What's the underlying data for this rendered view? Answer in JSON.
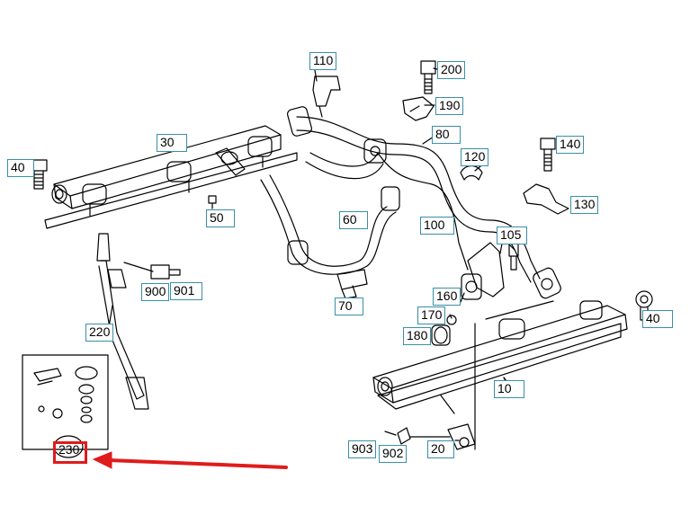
{
  "callouts": [
    {
      "id": "110",
      "text": "110"
    },
    {
      "id": "200",
      "text": "200"
    },
    {
      "id": "190",
      "text": "190"
    },
    {
      "id": "30",
      "text": "30"
    },
    {
      "id": "80",
      "text": "80"
    },
    {
      "id": "140",
      "text": "140"
    },
    {
      "id": "40a",
      "text": "40"
    },
    {
      "id": "120",
      "text": "120"
    },
    {
      "id": "130",
      "text": "130"
    },
    {
      "id": "50",
      "text": "50"
    },
    {
      "id": "60",
      "text": "60"
    },
    {
      "id": "100",
      "text": "100"
    },
    {
      "id": "105",
      "text": "105"
    },
    {
      "id": "900",
      "text": "900"
    },
    {
      "id": "901",
      "text": "901"
    },
    {
      "id": "70",
      "text": "70"
    },
    {
      "id": "160",
      "text": "160"
    },
    {
      "id": "40b",
      "text": "40"
    },
    {
      "id": "170",
      "text": "170"
    },
    {
      "id": "220",
      "text": "220"
    },
    {
      "id": "180",
      "text": "180"
    },
    {
      "id": "10",
      "text": "10"
    },
    {
      "id": "903",
      "text": "903"
    },
    {
      "id": "902",
      "text": "902"
    },
    {
      "id": "20",
      "text": "20"
    },
    {
      "id": "230",
      "text": "230"
    }
  ],
  "highlight": {
    "target": "230",
    "box_color": "#e01b1b",
    "arrow_color": "#e01b1b"
  },
  "colors": {
    "callout_border": "#3a8fa8",
    "line_art": "#000000"
  }
}
